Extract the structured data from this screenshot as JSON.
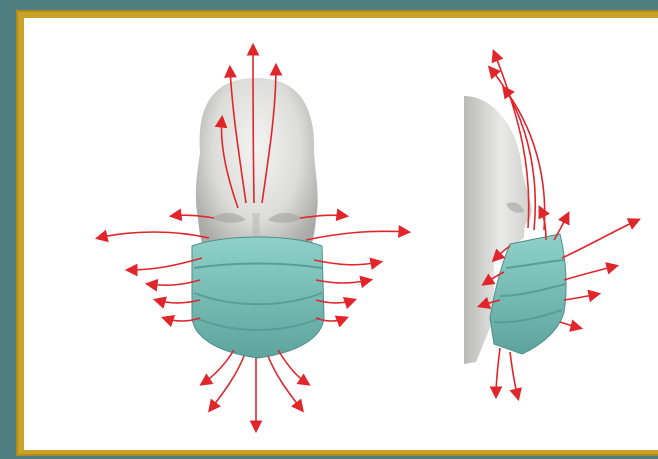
{
  "figure": {
    "panels": [
      {
        "view": "front",
        "subject": "head-with-surgical-mask"
      },
      {
        "view": "side",
        "subject": "head-with-surgical-mask"
      }
    ],
    "colors": {
      "background": "#4f7f80",
      "frame": "#c9a22a",
      "canvas": "#ffffff",
      "skin": "#d9d9d6",
      "mask": "#7fc1bb",
      "arrows": "#e0262b"
    }
  }
}
